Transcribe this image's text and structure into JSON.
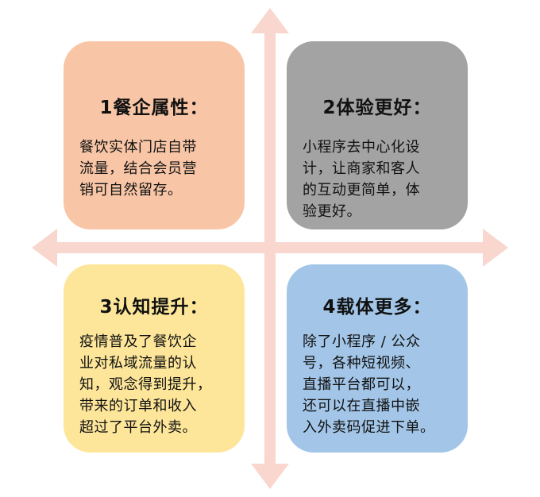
{
  "colors": {
    "arrow": "#f9d7cf",
    "q1_bg": "#f8c6a6",
    "q2_bg": "#a3a3a3",
    "q3_bg": "#fde69a",
    "q4_bg": "#a3c6e8"
  },
  "quadrants": [
    {
      "title": "1餐企属性：",
      "lines": [
        "餐饮实体门店自带",
        "流量，结合会员营",
        "销可自然留存。"
      ]
    },
    {
      "title": "2体验更好：",
      "lines": [
        "小程序去中心化设",
        "计，让商家和客人",
        "的互动更简单，体",
        "验更好。"
      ]
    },
    {
      "title": "3认知提升：",
      "lines": [
        "疫情普及了餐饮企",
        "业对私域流量的认",
        "知，观念得到提升，",
        "带来的订单和收入",
        "超过了平台外卖。"
      ]
    },
    {
      "title": "4载体更多：",
      "lines": [
        "除了小程序 / 公众",
        "号，各种短视频、",
        "直播平台都可以，",
        "还可以在直播中嵌",
        "入外卖码促进下单。"
      ]
    }
  ]
}
